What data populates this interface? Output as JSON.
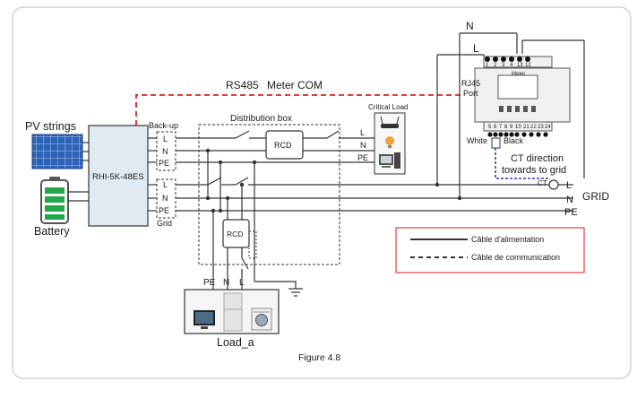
{
  "labels": {
    "inverter": "RHI-5K-48ES",
    "pv_strings": "PV strings",
    "battery": "Battery",
    "backup": "Back-up",
    "grid_port": "Grid",
    "distribution_box": "Distribution box",
    "critical_load": "Critical Load",
    "rcd_top": "RCD",
    "rcd_bottom": "RCD",
    "rs485": "RS485",
    "meter_com": "Meter COM",
    "meter": "Meter",
    "rj45": "RJ45",
    "port": "Port",
    "white": "White",
    "black": "Black",
    "ct_dir_1": "CT direction",
    "ct_dir_2": "towards to grid",
    "ct": "CT",
    "grid": "GRID",
    "load_a": "Load_a",
    "figure": "Figure 4.8"
  },
  "terminals": {
    "L": "L",
    "N": "N",
    "PE": "PE"
  },
  "meter_terminals_top": [
    "1",
    "2",
    "3",
    "4",
    "13",
    "12"
  ],
  "meter_terminals_bottom": [
    "5",
    "6",
    "7",
    "8",
    "9",
    "10",
    "21",
    "22",
    "23",
    "24"
  ],
  "legend": {
    "power": "Câble d'alimentation",
    "comm": "Câble de communication"
  },
  "colors": {
    "rs485_line": "#e0201f",
    "ct_line": "#2b3fb3",
    "legend_border": "#e04040",
    "inverter_fill": "#dfeaf3",
    "frame_border": "#c8c8c8"
  }
}
